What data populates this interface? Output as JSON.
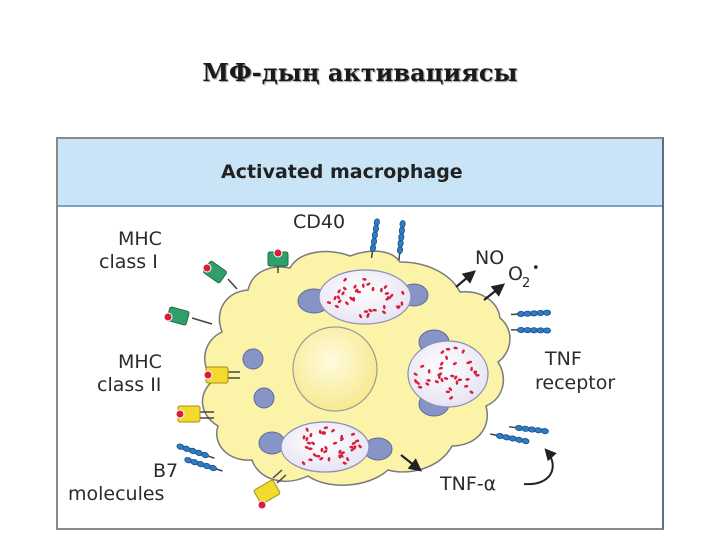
{
  "slide": {
    "title": "МФ-дың активациясы"
  },
  "figure": {
    "header": "Activated macrophage",
    "labels": {
      "cd40": "CD40",
      "mhc1_line1": "MHC",
      "mhc1_line2": "class I",
      "mhc2_line1": "MHC",
      "mhc2_line2": "class II",
      "b7_line1": "B7",
      "b7_line2": "molecules",
      "no": "NO",
      "o2": "O",
      "o2_sub": "2",
      "o2_sup": "•",
      "tnf_line1": "TNF",
      "tnf_line2": "receptor",
      "tnf_alpha": "TNF-α"
    },
    "colors": {
      "header_bg": "#c9e4f6",
      "cell_fill": "#fbf3a8",
      "nucleus": "#fdf6b6",
      "vesicle": "#8795c6",
      "mhc1": "#2fa06a",
      "mhc2": "#f2da2f",
      "receptor": "#2e7cc4",
      "dot": "#d81e3a"
    }
  }
}
